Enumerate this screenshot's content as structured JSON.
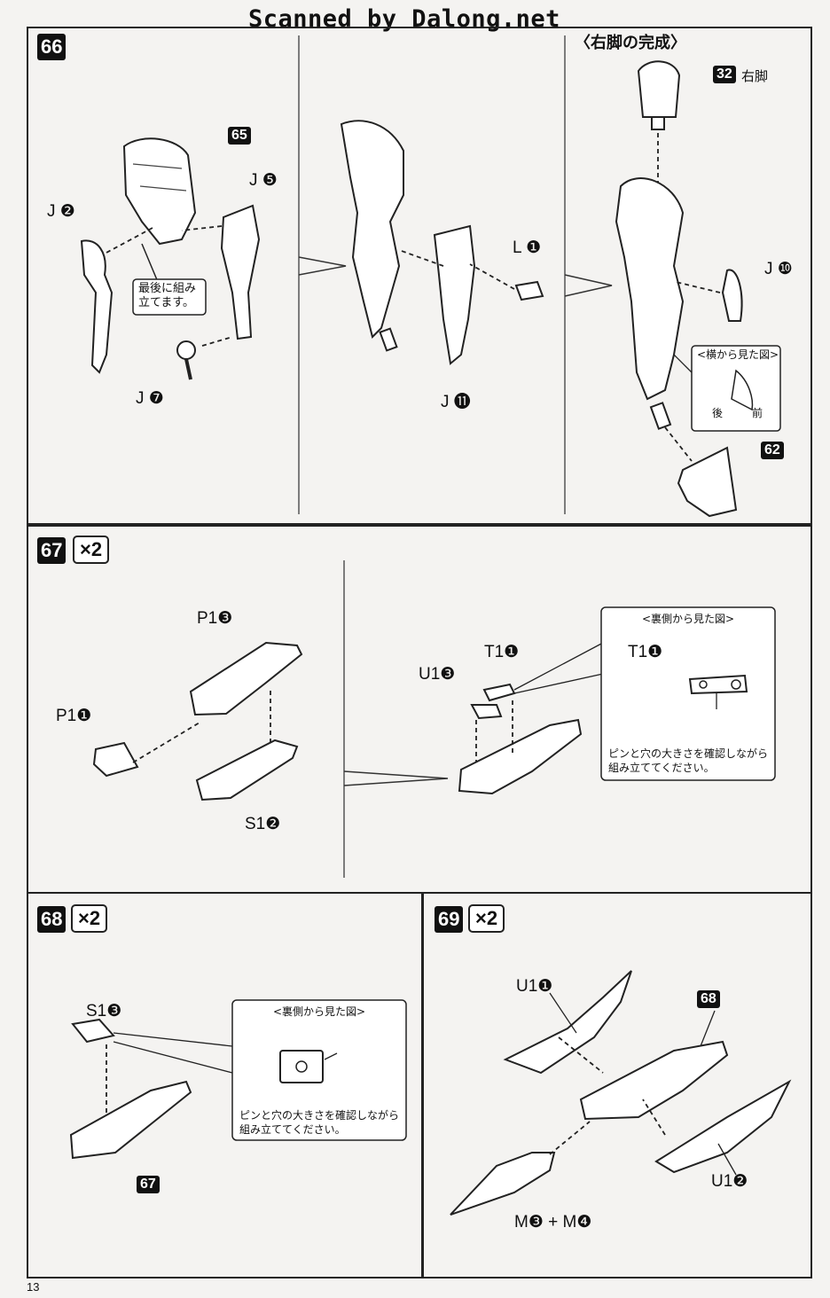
{
  "header": {
    "scan_credit": "Scanned by Dalong.net"
  },
  "step66": {
    "number": "66",
    "completion_title": "〈右脚の完成〉",
    "part65": "65",
    "part62": "62",
    "part32_badge": "32",
    "part32_name": "右脚",
    "labels": {
      "j2": "J ❷",
      "j5": "J ❺",
      "j7": "J ❼",
      "l1": "L ❶",
      "j11": "J ⓫",
      "j10": "J ❿"
    },
    "note_last": "最後に組み\n立てます。",
    "side_view_title": "<横から見た図>",
    "side_back": "後",
    "side_front": "前"
  },
  "step67": {
    "number": "67",
    "multiplier": "×2",
    "labels": {
      "p13": "P1❸",
      "p11": "P1❶",
      "s12": "S1❷",
      "t11": "T1❶",
      "u13": "U1❸",
      "t11_b": "T1❶"
    },
    "back_view_title": "<裏側から見た図>",
    "back_view_note": "ピンと穴の大きさを確認しながら\n組み立ててください。"
  },
  "step68": {
    "number": "68",
    "multiplier": "×2",
    "labels": {
      "s13": "S1❸"
    },
    "part67": "67",
    "back_view_title": "<裏側から見た図>",
    "back_view_note": "ピンと穴の大きさを確認しながら\n組み立ててください。"
  },
  "step69": {
    "number": "69",
    "multiplier": "×2",
    "labels": {
      "u11": "U1❶",
      "u12": "U1❷",
      "m34": "M❸ + M❹"
    },
    "part68": "68"
  },
  "footer": {
    "page_number": "13"
  }
}
